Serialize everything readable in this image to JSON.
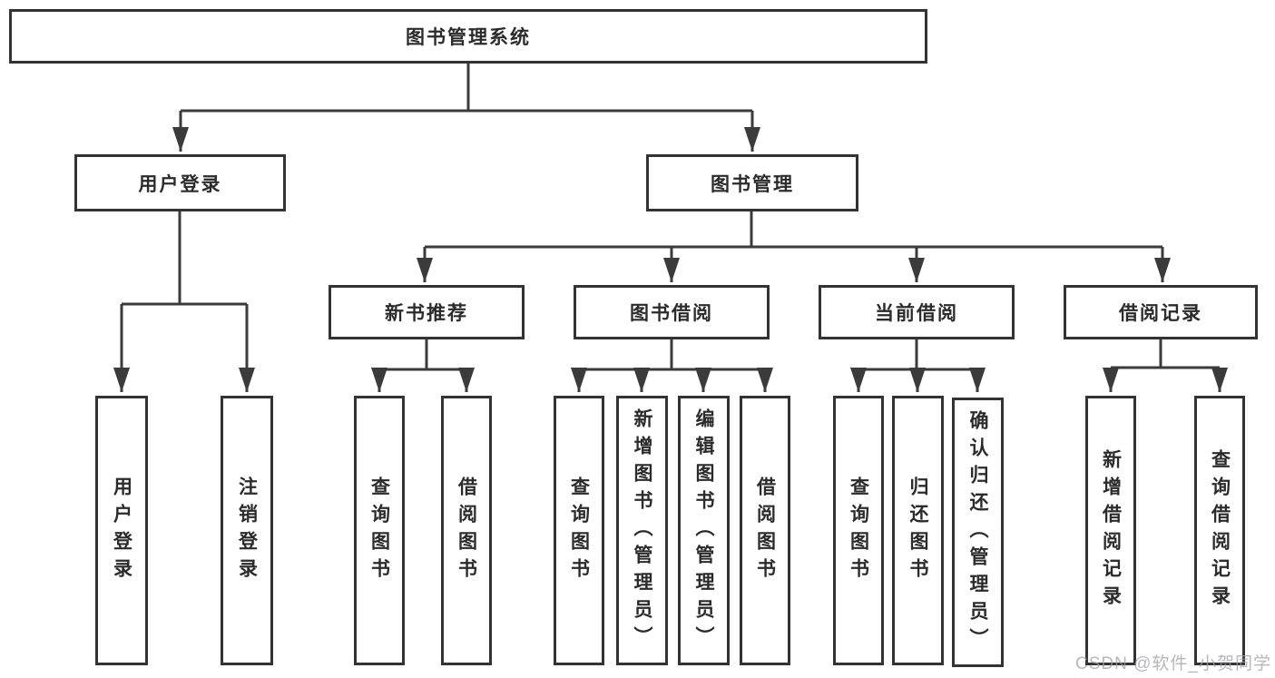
{
  "diagram": {
    "root": {
      "label": "图书管理系统"
    },
    "level2": [
      {
        "label": "用户登录"
      },
      {
        "label": "图书管理"
      }
    ],
    "level3": [
      {
        "label": "新书推荐"
      },
      {
        "label": "图书借阅"
      },
      {
        "label": "当前借阅"
      },
      {
        "label": "借阅记录"
      }
    ],
    "leaves": {
      "user_login": [
        {
          "label": "用户登录"
        },
        {
          "label": "注销登录"
        }
      ],
      "new_book": [
        {
          "label": "查询图书"
        },
        {
          "label": "借阅图书"
        }
      ],
      "borrow": [
        {
          "label": "查询图书"
        },
        {
          "label": "新增图书（管理员）"
        },
        {
          "label": "编辑图书（管理员）"
        },
        {
          "label": "借阅图书"
        }
      ],
      "current": [
        {
          "label": "查询图书"
        },
        {
          "label": "归还图书"
        },
        {
          "label": "确认归还（管理员）"
        }
      ],
      "records": [
        {
          "label": "新增借阅记录"
        },
        {
          "label": "查询借阅记录"
        }
      ]
    }
  },
  "watermark": {
    "text": "CSDN @软件_小贺同学"
  },
  "colors": {
    "line": "#3b3b3b",
    "box_border": "#333333",
    "box_background": "#ffffff",
    "text": "#2b2b2b",
    "watermark": "#9e9ea8"
  }
}
